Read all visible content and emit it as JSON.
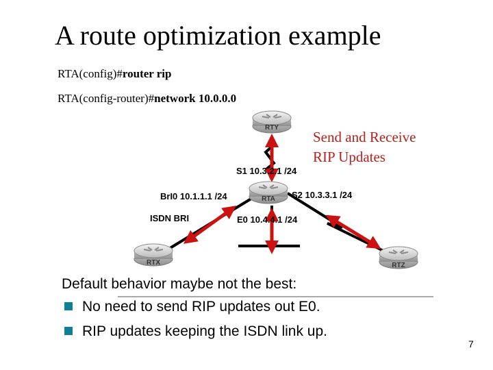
{
  "slide": {
    "title": "A route optimization example",
    "page_number": "7"
  },
  "commands": [
    {
      "prompt": "RTA(config)#",
      "cmd": "router rip"
    },
    {
      "prompt": "RTA(config-router)#",
      "cmd": "network 10.0.0.0"
    }
  ],
  "callout": {
    "line1": "Send and Receive",
    "line2": "RIP Updates",
    "color": "#b8201c"
  },
  "diagram": {
    "routers": {
      "rty": "RTY",
      "rta": "RTA",
      "rtx": "RTX",
      "rtz": "RTZ"
    },
    "interfaces": {
      "s1": "S1 10.3.2.1 /24",
      "bri0": "BrI0 10.1.1.1 /24",
      "s2": "S2 10.3.3.1 /24",
      "isdn": "ISDN BRI",
      "e0": "E0 10.4.4.1 /24"
    },
    "arrow_color": "#cc1111"
  },
  "body": {
    "heading": "Default behavior maybe not the best:",
    "bullets": [
      "No need to send RIP updates out E0.",
      "RIP updates keeping the ISDN link up."
    ],
    "bullet_color": "#0e7f99"
  }
}
